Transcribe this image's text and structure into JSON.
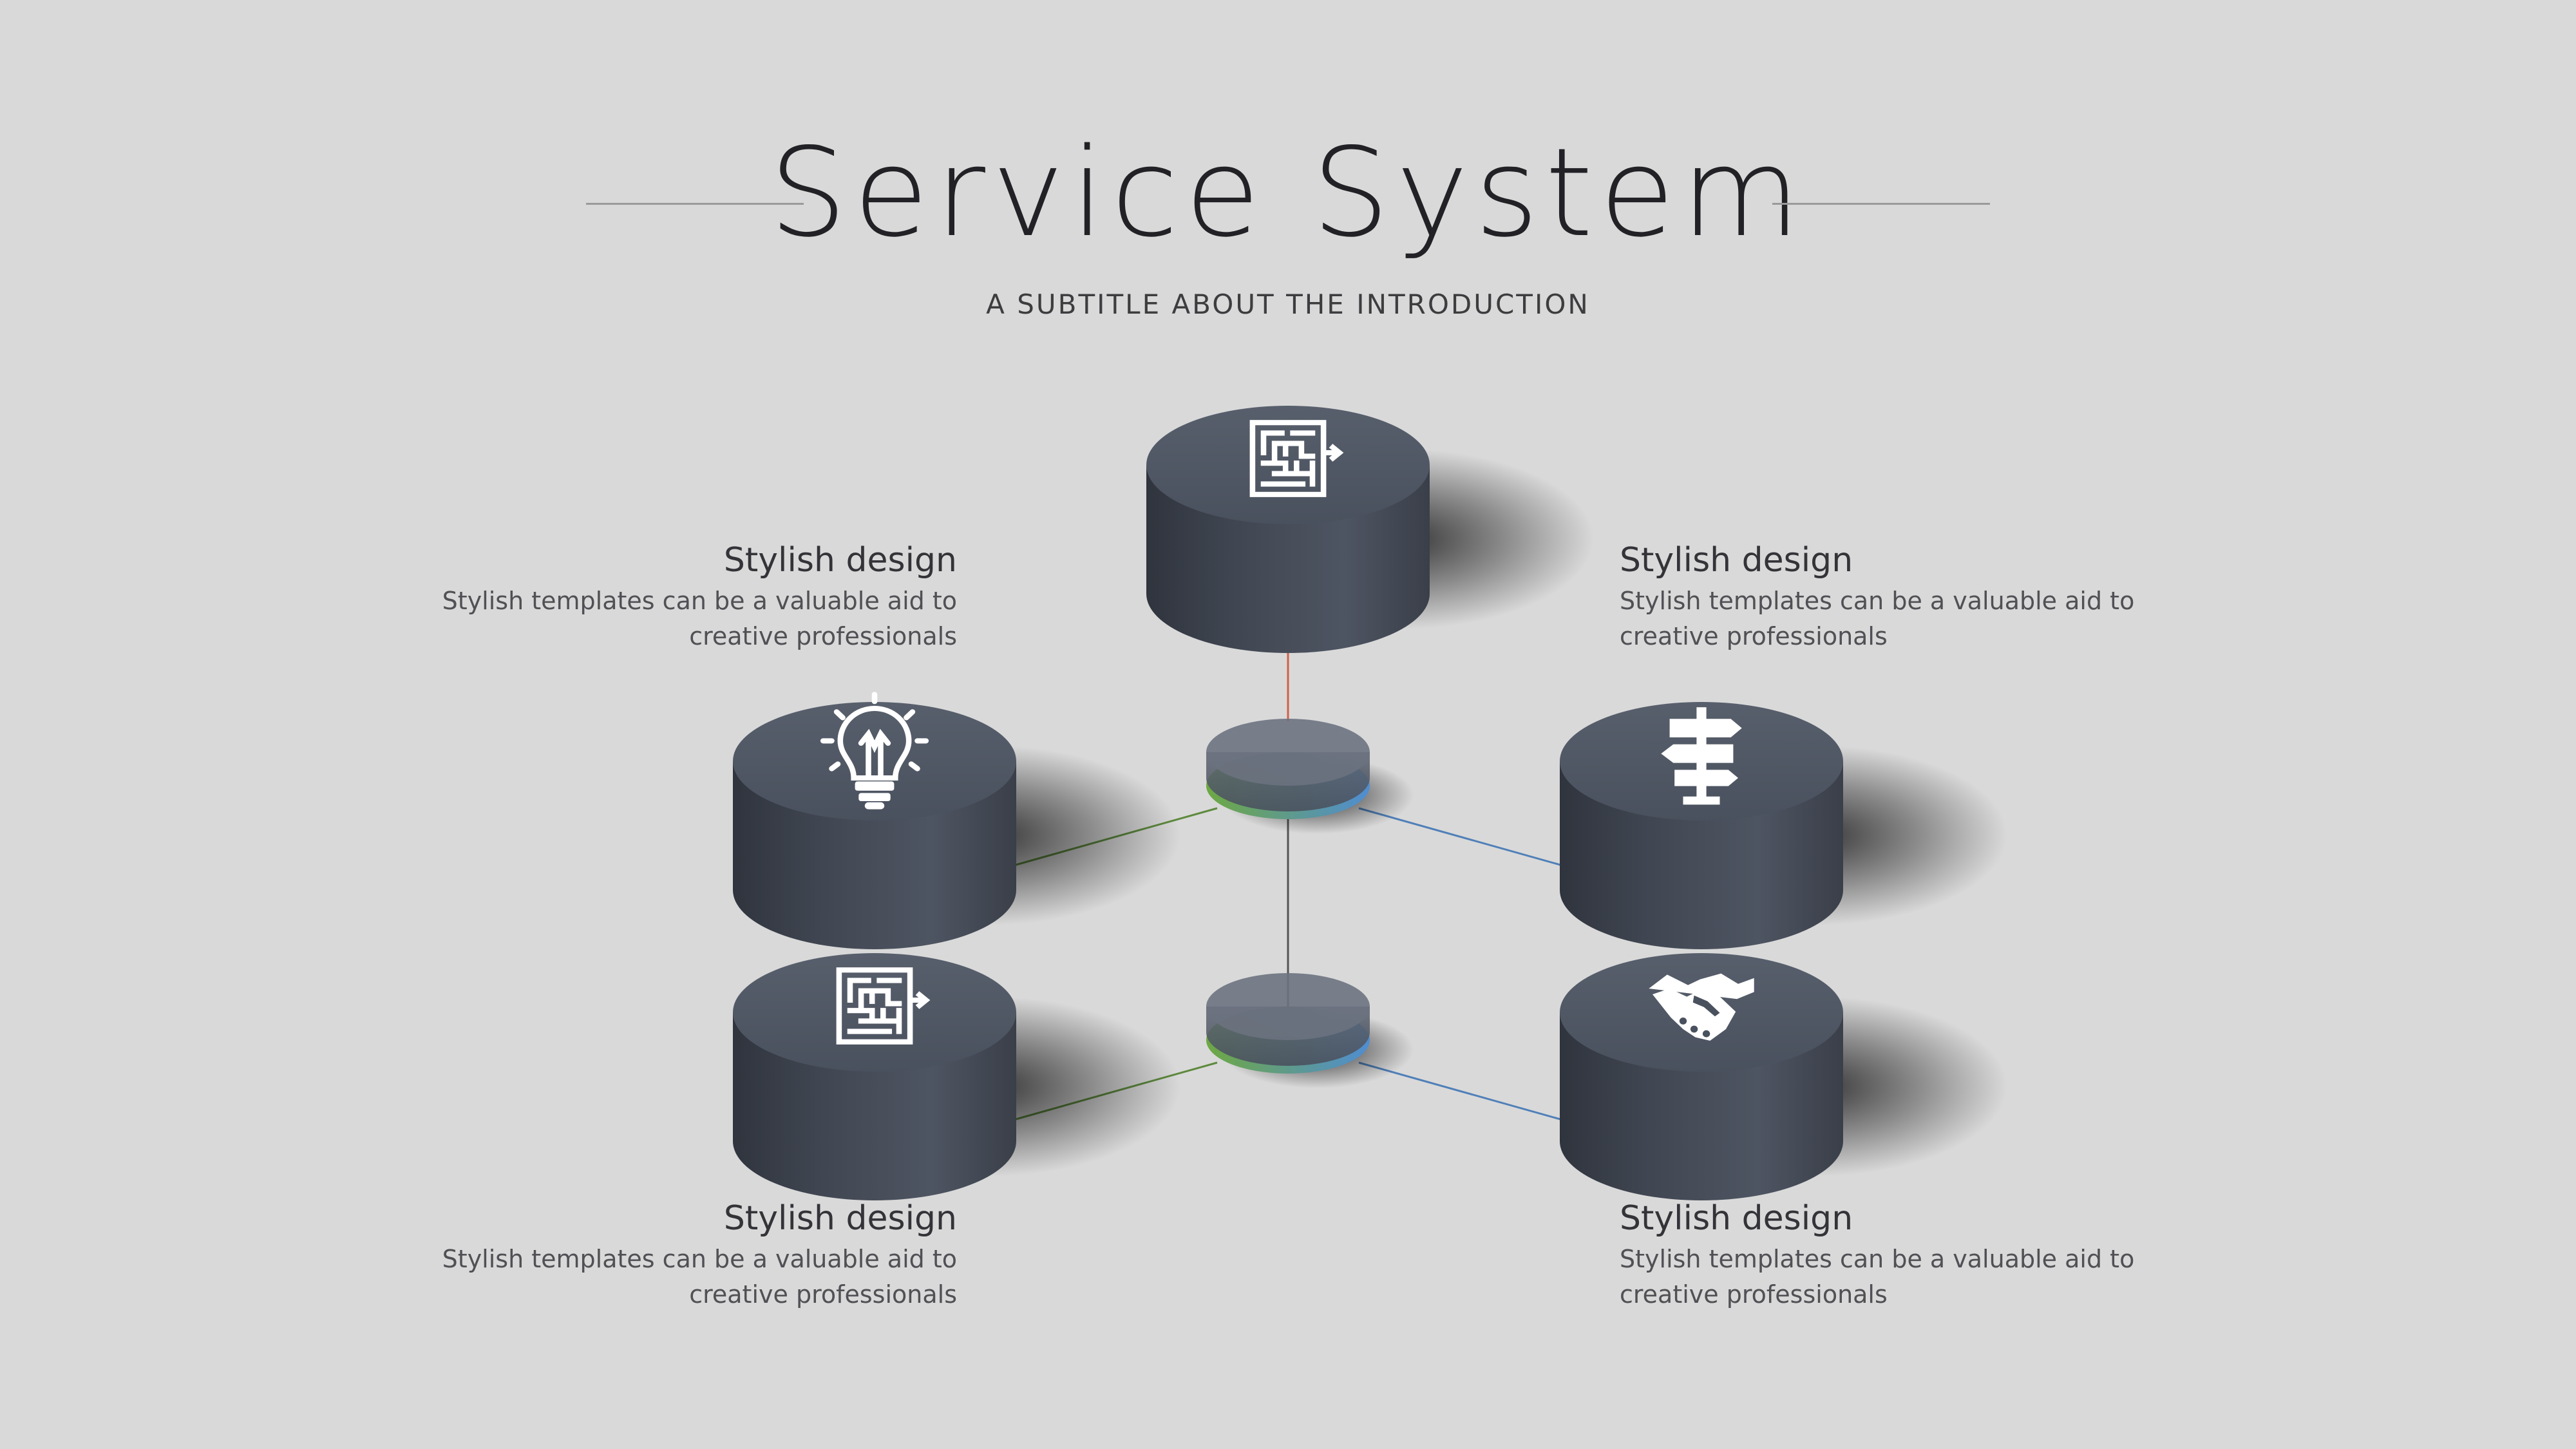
{
  "header": {
    "title": "Service System",
    "subtitle": "A SUBTITLE ABOUT THE INTRODUCTION"
  },
  "colors": {
    "background": "#d9d9d9",
    "cylinder": "#4a515e",
    "orange": "#e8782c",
    "green": "#6ea843",
    "blue": "#4f8dd2",
    "icon": "#ffffff"
  },
  "nodes": [
    {
      "id": "top",
      "icon": "maze-icon",
      "accent": "orange"
    },
    {
      "id": "left-upper",
      "icon": "lightbulb-icon",
      "accent": "green"
    },
    {
      "id": "right-upper",
      "icon": "signpost-icon",
      "accent": "blue"
    },
    {
      "id": "left-lower",
      "icon": "maze-icon",
      "accent": "green"
    },
    {
      "id": "right-lower",
      "icon": "handshake-icon",
      "accent": "blue"
    }
  ],
  "items": [
    {
      "heading": "Stylish design",
      "body_line1": "Stylish templates can be a valuable aid to",
      "body_line2": "creative professionals"
    },
    {
      "heading": "Stylish design",
      "body_line1": "Stylish templates can be a valuable aid to",
      "body_line2": "creative professionals"
    },
    {
      "heading": "Stylish design",
      "body_line1": "Stylish templates can be a valuable aid to",
      "body_line2": "creative professionals"
    },
    {
      "heading": "Stylish design",
      "body_line1": "Stylish templates can be a valuable aid to",
      "body_line2": "creative professionals"
    }
  ]
}
